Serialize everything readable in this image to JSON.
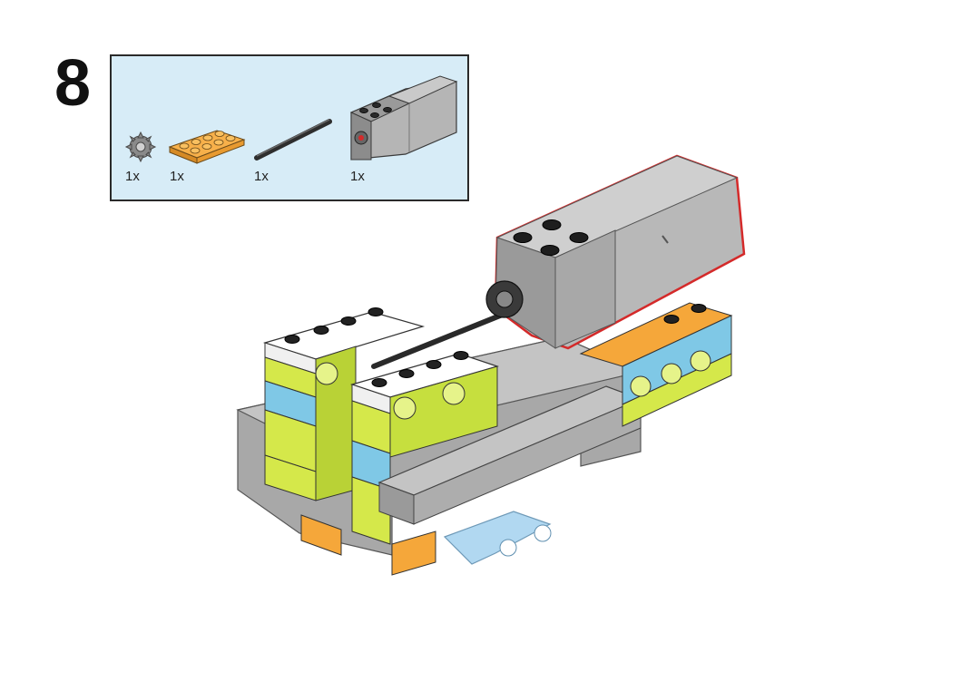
{
  "step": {
    "number": "8"
  },
  "parts_list": [
    {
      "icon": "gear-icon",
      "quantity": "1x"
    },
    {
      "icon": "orange-plate-icon",
      "quantity": "1x"
    },
    {
      "icon": "axle-icon",
      "quantity": "1x"
    },
    {
      "icon": "motor-icon",
      "quantity": "1x"
    }
  ],
  "colors": {
    "panel_background": "#d7ecf7",
    "highlight_outline": "#d42a2a",
    "lime": "#c6e23a",
    "azure": "#7fc8e6",
    "orange": "#f5a73a",
    "gray": "#9a9a9a",
    "dark_gray": "#5a5a5a"
  }
}
